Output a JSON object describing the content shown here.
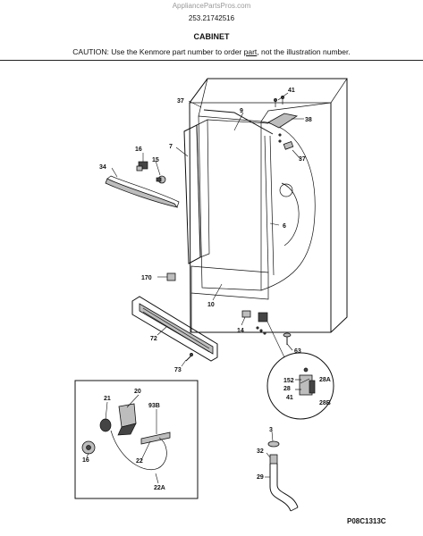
{
  "header": {
    "watermark": "AppliancePartsPros.com",
    "model": "253.21742516",
    "title": "CABINET",
    "caution_pre": "CAUTION: Use the Kenmore part number to order ",
    "caution_part": "part",
    "caution_post": ", not the illustration number."
  },
  "callouts": {
    "c41a": "41",
    "c37a": "37",
    "c9": "9",
    "c38": "38",
    "c37b": "37",
    "c16a": "16",
    "c7": "7",
    "c15": "15",
    "c34": "34",
    "c6": "6",
    "c170": "170",
    "c10": "10",
    "c14": "14",
    "c72": "72",
    "c63": "63",
    "c73": "73",
    "c152": "152",
    "c28": "28",
    "c28A": "28A",
    "c41b": "41",
    "c28B": "28B",
    "c20": "20",
    "c21": "21",
    "c93B": "93B",
    "c16b": "16",
    "c22": "22",
    "c22A": "22A",
    "c3": "3",
    "c32": "32",
    "c29": "29"
  },
  "footer": {
    "code": "P08C1313C"
  }
}
